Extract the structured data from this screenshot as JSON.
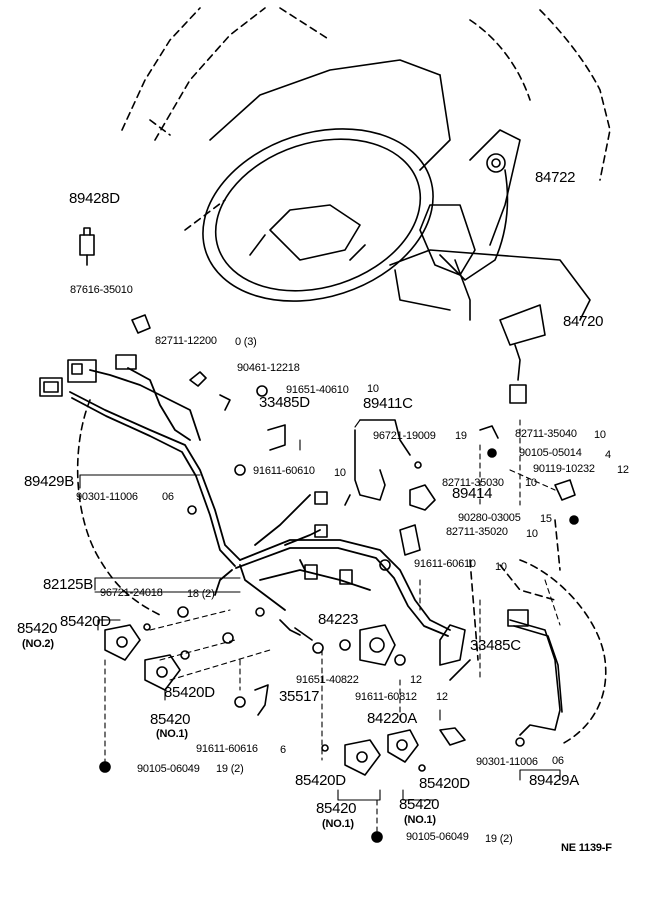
{
  "callouts": [
    "89428D",
    "87616-35010",
    "82711-12200",
    "90461-12218",
    "91651-40610",
    "33485D",
    "84722",
    "84720",
    "89411C",
    "96721-19009",
    "82711-35040",
    "90105-05014",
    "90119-10232",
    "82711-35030",
    "89414",
    "90280-03005",
    "82711-35020",
    "91611-60610",
    "89429B",
    "90301-11006",
    "91611-60610",
    "82125B",
    "96721-24018",
    "85420",
    "(NO.2)",
    "85420D",
    "84223",
    "33485C",
    "85420D",
    "85420",
    "(NO.1)",
    "35517",
    "91651-40822",
    "91611-60812",
    "84220A",
    "91611-60616",
    "90105-06049",
    "90301-11006",
    "89429A",
    "85420D",
    "85420",
    "(NO.1)",
    "85420D",
    "85420",
    "(NO.1)",
    "90105-06049",
    "NE 1139-F"
  ],
  "fragments": [
    "0 (3)",
    "10",
    "10",
    "19",
    "10",
    "4",
    "12",
    "10",
    "15",
    "10",
    "10",
    "06",
    "18 (2)",
    "12",
    "12",
    "6",
    "19 (2)",
    "06",
    "19 (2)"
  ]
}
